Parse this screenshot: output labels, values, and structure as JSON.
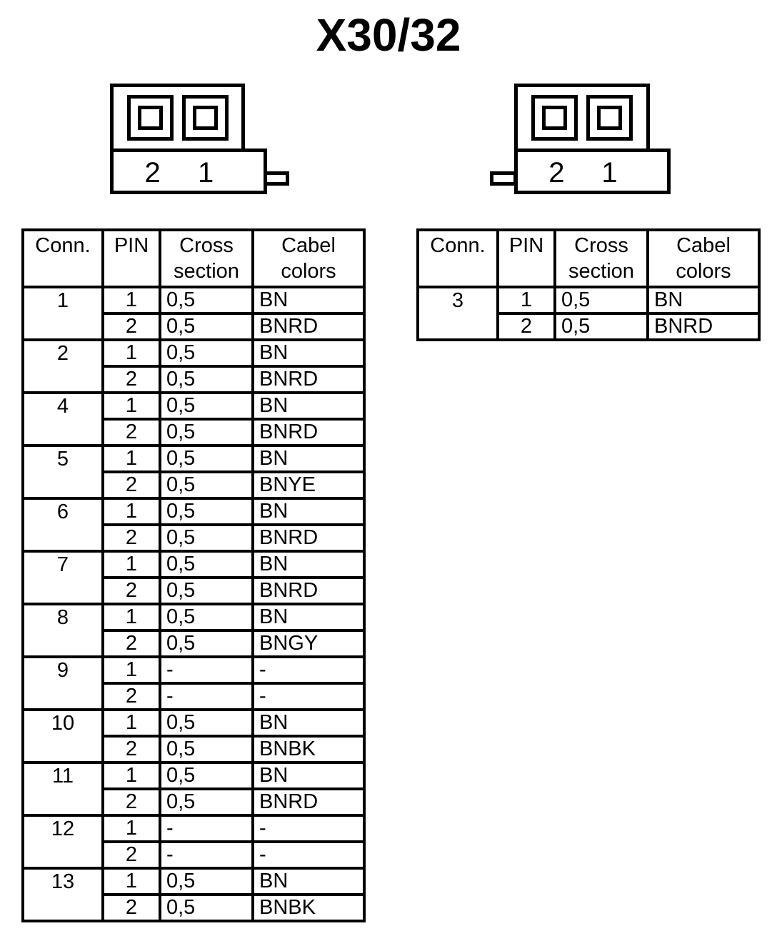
{
  "title": "X30/32",
  "colors": {
    "ink": "#000000",
    "background": "#ffffff"
  },
  "connector_left": {
    "pin_labels": [
      "2",
      "1"
    ]
  },
  "connector_right": {
    "pin_labels": [
      "2",
      "1"
    ]
  },
  "table_headers": {
    "conn": "Conn.",
    "pin": "PIN",
    "cross_section": "Cross\nsection",
    "cabel_colors": "Cabel\ncolors"
  },
  "left_table": {
    "rows": [
      {
        "conn": "1",
        "pins": [
          {
            "pin": "1",
            "cross": "0,5",
            "color": "BN"
          },
          {
            "pin": "2",
            "cross": "0,5",
            "color": "BNRD"
          }
        ]
      },
      {
        "conn": "2",
        "pins": [
          {
            "pin": "1",
            "cross": "0,5",
            "color": "BN"
          },
          {
            "pin": "2",
            "cross": "0,5",
            "color": "BNRD"
          }
        ]
      },
      {
        "conn": "4",
        "pins": [
          {
            "pin": "1",
            "cross": "0,5",
            "color": "BN"
          },
          {
            "pin": "2",
            "cross": "0,5",
            "color": "BNRD"
          }
        ]
      },
      {
        "conn": "5",
        "pins": [
          {
            "pin": "1",
            "cross": "0,5",
            "color": "BN"
          },
          {
            "pin": "2",
            "cross": "0,5",
            "color": "BNYE"
          }
        ]
      },
      {
        "conn": "6",
        "pins": [
          {
            "pin": "1",
            "cross": "0,5",
            "color": "BN"
          },
          {
            "pin": "2",
            "cross": "0,5",
            "color": "BNRD"
          }
        ]
      },
      {
        "conn": "7",
        "pins": [
          {
            "pin": "1",
            "cross": "0,5",
            "color": "BN"
          },
          {
            "pin": "2",
            "cross": "0,5",
            "color": "BNRD"
          }
        ]
      },
      {
        "conn": "8",
        "pins": [
          {
            "pin": "1",
            "cross": "0,5",
            "color": "BN"
          },
          {
            "pin": "2",
            "cross": "0,5",
            "color": "BNGY"
          }
        ]
      },
      {
        "conn": "9",
        "pins": [
          {
            "pin": "1",
            "cross": "-",
            "color": "-"
          },
          {
            "pin": "2",
            "cross": "-",
            "color": "-"
          }
        ]
      },
      {
        "conn": "10",
        "pins": [
          {
            "pin": "1",
            "cross": "0,5",
            "color": "BN"
          },
          {
            "pin": "2",
            "cross": "0,5",
            "color": "BNBK"
          }
        ]
      },
      {
        "conn": "11",
        "pins": [
          {
            "pin": "1",
            "cross": "0,5",
            "color": "BN"
          },
          {
            "pin": "2",
            "cross": "0,5",
            "color": "BNRD"
          }
        ]
      },
      {
        "conn": "12",
        "pins": [
          {
            "pin": "1",
            "cross": "-",
            "color": "-"
          },
          {
            "pin": "2",
            "cross": "-",
            "color": "-"
          }
        ]
      },
      {
        "conn": "13",
        "pins": [
          {
            "pin": "1",
            "cross": "0,5",
            "color": "BN"
          },
          {
            "pin": "2",
            "cross": "0,5",
            "color": "BNBK"
          }
        ]
      }
    ]
  },
  "right_table": {
    "rows": [
      {
        "conn": "3",
        "pins": [
          {
            "pin": "1",
            "cross": "0,5",
            "color": "BN"
          },
          {
            "pin": "2",
            "cross": "0,5",
            "color": "BNRD"
          }
        ]
      }
    ]
  }
}
